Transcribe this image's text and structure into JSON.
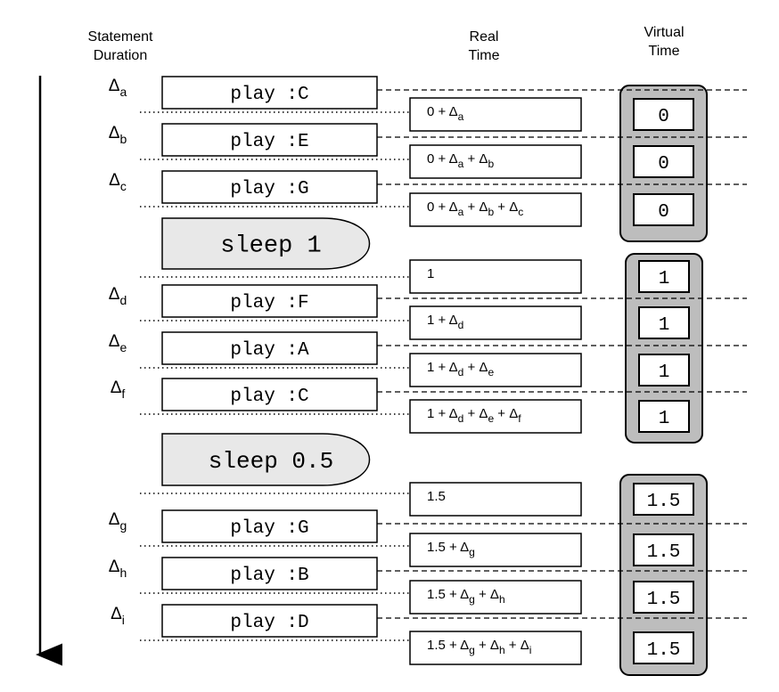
{
  "headers": {
    "statement_duration": [
      "Statement",
      "Duration"
    ],
    "real_time": [
      "Real",
      "Time"
    ],
    "virtual_time": [
      "Virtual",
      "Time"
    ]
  },
  "groups": [
    {
      "plays": [
        {
          "delta": "a",
          "label": "play :C"
        },
        {
          "delta": "b",
          "label": "play :E"
        },
        {
          "delta": "c",
          "label": "play :G"
        }
      ],
      "sleep": "sleep 1",
      "real_times": [
        [
          [
            "0 + Δ",
            "a"
          ]
        ],
        [
          [
            "0 + Δ",
            "a"
          ],
          [
            " + Δ",
            "b"
          ]
        ],
        [
          [
            "0 + Δ",
            "a"
          ],
          [
            " + Δ",
            "b"
          ],
          [
            " + Δ",
            "c"
          ]
        ]
      ],
      "virtual_times": [
        "0",
        "0",
        "0"
      ]
    },
    {
      "plays": [
        {
          "delta": "d",
          "label": "play :F"
        },
        {
          "delta": "e",
          "label": "play :A"
        },
        {
          "delta": "f",
          "label": "play :C"
        }
      ],
      "sleep": "sleep 0.5",
      "real_times": [
        [
          [
            "1",
            ""
          ]
        ],
        [
          [
            "1 + Δ",
            "d"
          ]
        ],
        [
          [
            "1 + Δ",
            "d"
          ],
          [
            " + Δ",
            "e"
          ]
        ],
        [
          [
            "1 + Δ",
            "d"
          ],
          [
            " + Δ",
            "e"
          ],
          [
            " + Δ",
            "f"
          ]
        ]
      ],
      "virtual_times": [
        "1",
        "1",
        "1",
        "1"
      ]
    },
    {
      "plays": [
        {
          "delta": "g",
          "label": "play :G"
        },
        {
          "delta": "h",
          "label": "play :B"
        },
        {
          "delta": "i",
          "label": "play :D"
        }
      ],
      "sleep": "",
      "real_times": [
        [
          [
            "1.5",
            ""
          ]
        ],
        [
          [
            "1.5 + Δ",
            "g"
          ]
        ],
        [
          [
            "1.5 + Δ",
            "g"
          ],
          [
            " + Δ",
            "h"
          ]
        ],
        [
          [
            "1.5 + Δ",
            "g"
          ],
          [
            " + Δ",
            "h"
          ],
          [
            " + Δ",
            "i"
          ]
        ]
      ],
      "virtual_times": [
        "1.5",
        "1.5",
        "1.5",
        "1.5"
      ]
    }
  ]
}
